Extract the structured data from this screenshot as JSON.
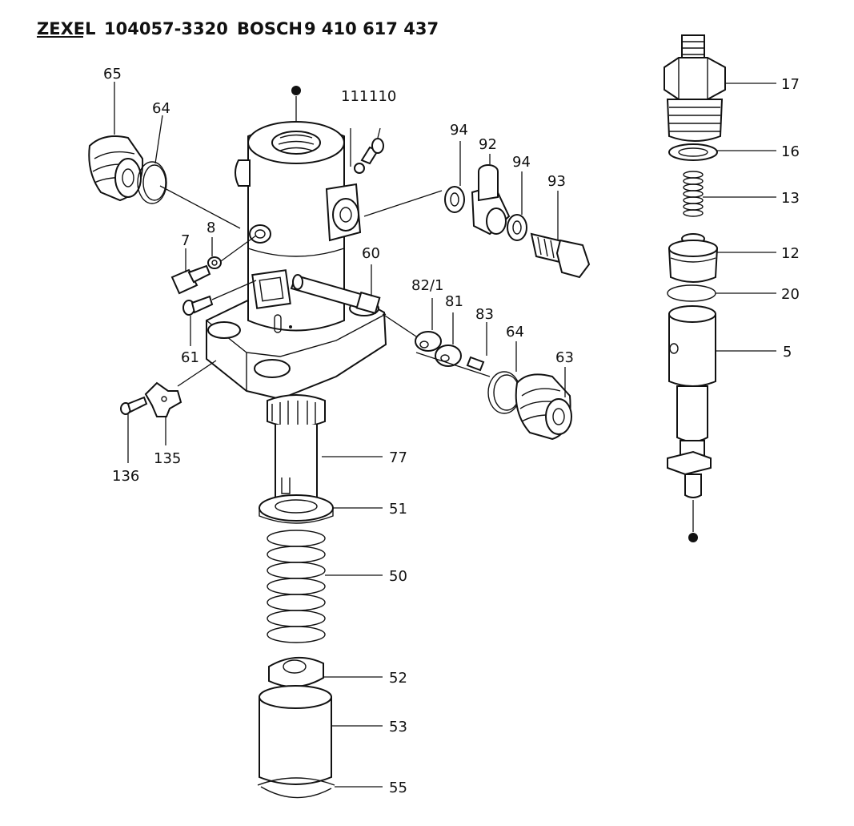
{
  "header": {
    "brand1": "ZEXEL",
    "part1": "104057-3320",
    "brand2": "BOSCH",
    "part2": "9 410 617 437"
  },
  "callouts": [
    {
      "id": "c65",
      "label": "65"
    },
    {
      "id": "c64a",
      "label": "64"
    },
    {
      "id": "c111",
      "label": "111"
    },
    {
      "id": "c110",
      "label": "110"
    },
    {
      "id": "c94a",
      "label": "94"
    },
    {
      "id": "c92",
      "label": "92"
    },
    {
      "id": "c94b",
      "label": "94"
    },
    {
      "id": "c93",
      "label": "93"
    },
    {
      "id": "c8",
      "label": "8"
    },
    {
      "id": "c7",
      "label": "7"
    },
    {
      "id": "c60",
      "label": "60"
    },
    {
      "id": "c82",
      "label": "82/1"
    },
    {
      "id": "c81",
      "label": "81"
    },
    {
      "id": "c83",
      "label": "83"
    },
    {
      "id": "c64b",
      "label": "64"
    },
    {
      "id": "c63",
      "label": "63"
    },
    {
      "id": "c61",
      "label": "61"
    },
    {
      "id": "c135",
      "label": "135"
    },
    {
      "id": "c136",
      "label": "136"
    },
    {
      "id": "c77",
      "label": "77"
    },
    {
      "id": "c51",
      "label": "51"
    },
    {
      "id": "c50",
      "label": "50"
    },
    {
      "id": "c52",
      "label": "52"
    },
    {
      "id": "c53",
      "label": "53"
    },
    {
      "id": "c55",
      "label": "55"
    },
    {
      "id": "c17",
      "label": "17"
    },
    {
      "id": "c16",
      "label": "16"
    },
    {
      "id": "c13",
      "label": "13"
    },
    {
      "id": "c12",
      "label": "12"
    },
    {
      "id": "c20",
      "label": "20"
    },
    {
      "id": "c5",
      "label": "5"
    }
  ]
}
